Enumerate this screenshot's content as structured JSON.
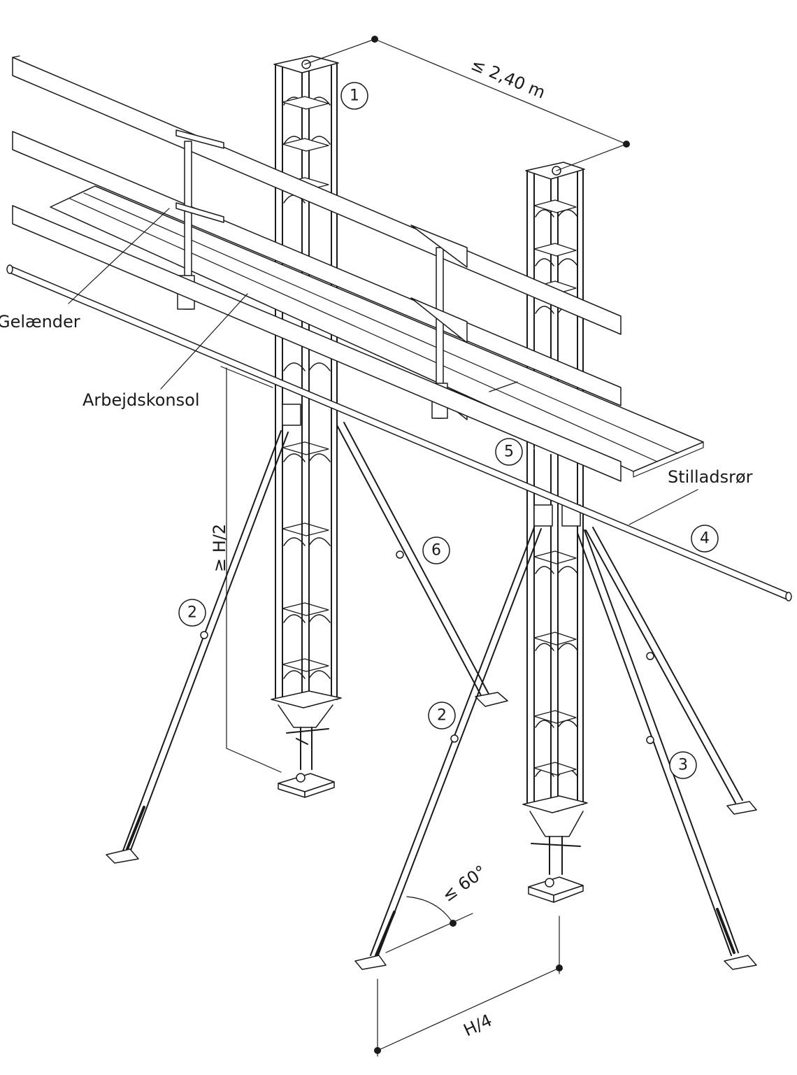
{
  "labels": {
    "gelander": "Gelænder",
    "arbejdskonsol": "Arbejdskonsol",
    "stilladsror": "Stilladsrør"
  },
  "callouts": [
    "1",
    "2",
    "2",
    "3",
    "4",
    "5",
    "6"
  ],
  "dimensions": {
    "spacing": "≤ 2,40 m",
    "height": "≥ H/2",
    "angle": "≤ 60°",
    "base": "H/4"
  }
}
